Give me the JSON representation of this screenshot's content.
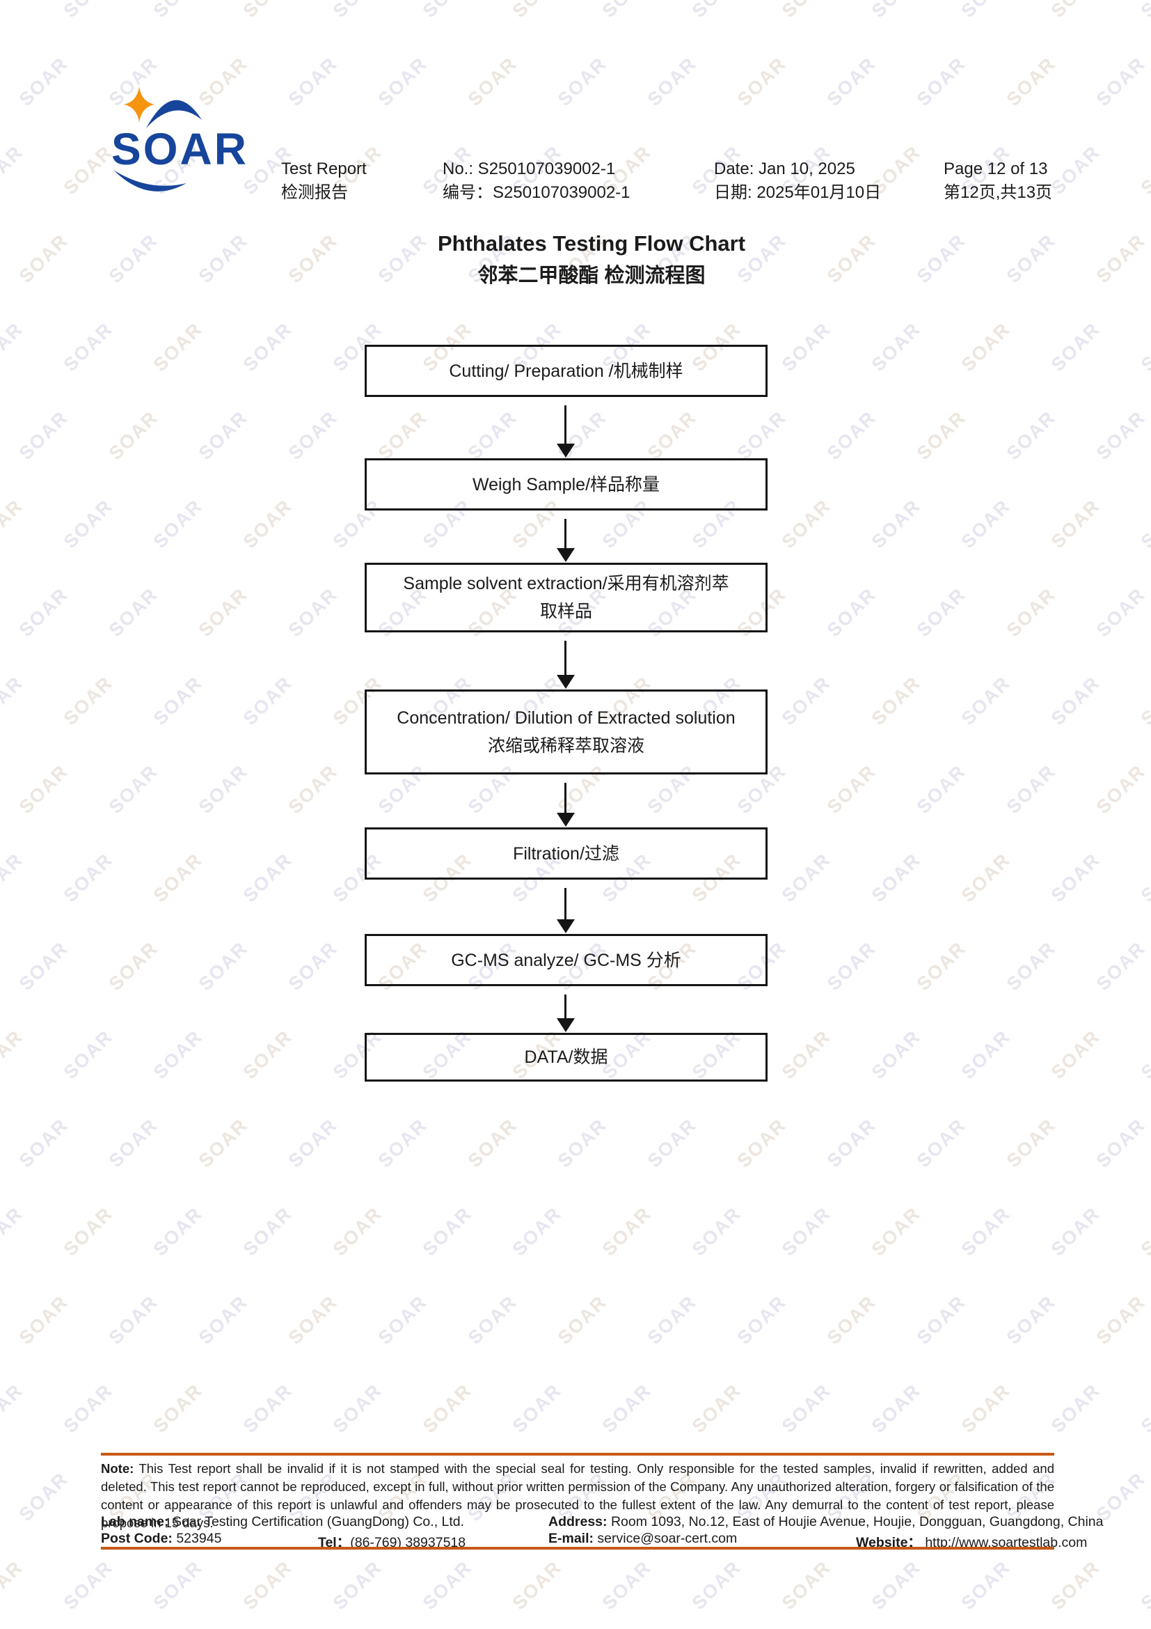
{
  "watermark": {
    "text": "SOAR"
  },
  "colors": {
    "logo_blue": "#17459c",
    "star_orange": "#f6930f",
    "rule_orange": "#c45a15",
    "watermark_warm": "#ece5e0",
    "watermark_cool": "#e6e6f0"
  },
  "header": {
    "logo_text": "SOAR",
    "columns": [
      {
        "en": "Test Report",
        "zh": "检测报告"
      },
      {
        "en": "No.: S250107039002-1",
        "zh": "编号：S250107039002-1"
      },
      {
        "en": "Date: Jan 10, 2025",
        "zh": "日期: 2025年01月10日"
      },
      {
        "en": "Page 12 of 13",
        "zh": "第12页,共13页"
      }
    ]
  },
  "title": {
    "en": "Phthalates Testing Flow Chart",
    "zh": "邻苯二甲酸酯 检测流程图"
  },
  "flowchart": {
    "steps": [
      {
        "lines": [
          "Cutting/ Preparation /机械制样"
        ]
      },
      {
        "lines": [
          "Weigh Sample/样品称量"
        ]
      },
      {
        "lines": [
          "Sample solvent extraction/采用有机溶剂萃",
          "取样品"
        ]
      },
      {
        "lines": [
          "Concentration/ Dilution of Extracted solution",
          "浓缩或稀释萃取溶液"
        ]
      },
      {
        "lines": [
          "Filtration/过滤"
        ]
      },
      {
        "lines": [
          "GC-MS analyze/ GC-MS 分析"
        ]
      },
      {
        "lines": [
          "DATA/数据"
        ]
      }
    ]
  },
  "footer": {
    "note_label": "Note:",
    "note_text": " This Test report shall be invalid if it is not stamped with the special seal for testing. Only responsible for the tested samples, invalid if rewritten, added and deleted. This test report cannot be reproduced, except in full, without prior written permission of the Company.  Any unauthorized alteration, forgery or falsification of the content or appearance of this report is unlawful and offenders may be prosecuted to the fullest extent of the law. Any demurral to the content of test report, please propose in 15 days.",
    "lab_name_label": "Lab name:",
    "lab_name_value": " Soar Testing Certification (GuangDong) Co., Ltd.",
    "address_label": "Address:",
    "address_value": " Room 1093, No.12, East of Houjie Avenue, Houjie, Dongguan, Guangdong, China",
    "post_code_label": "Post Code:",
    "post_code_value": " 523945",
    "tel_label": "Tel：",
    "tel_value": "(86-769) 38937518",
    "email_label": "E-mail:",
    "email_value": " service@soar-cert.com",
    "website_label": "Website：",
    "website_value": " http://www.soartestlab.com"
  }
}
